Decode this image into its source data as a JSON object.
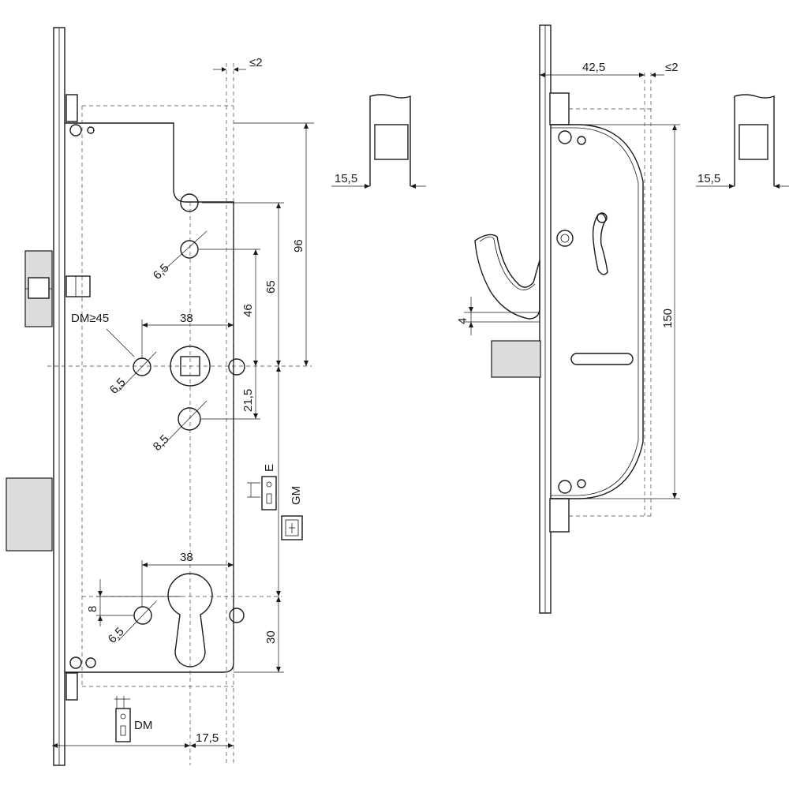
{
  "labels": {
    "max_gap_left": "≤2",
    "max_gap_right": "≤2",
    "height_96": "96",
    "height_65": "65",
    "height_46": "46",
    "diameter_top": "6,5",
    "dm_note": "DM≥45",
    "width_38_top": "38",
    "diameter_left": "6,5",
    "drop_21_5": "21,5",
    "diameter_8_5": "8,5",
    "e_label": "E",
    "gm_label": "GM",
    "width_38_bottom": "38",
    "offset_8": "8",
    "diameter_bottom": "6,5",
    "height_30": "30",
    "dm_label": "DM",
    "offset_17_5": "17,5",
    "keep_15_5_left": "15,5",
    "depth_42_5": "42,5",
    "hook_4": "4",
    "length_150": "150",
    "keep_15_5_right": "15,5"
  }
}
